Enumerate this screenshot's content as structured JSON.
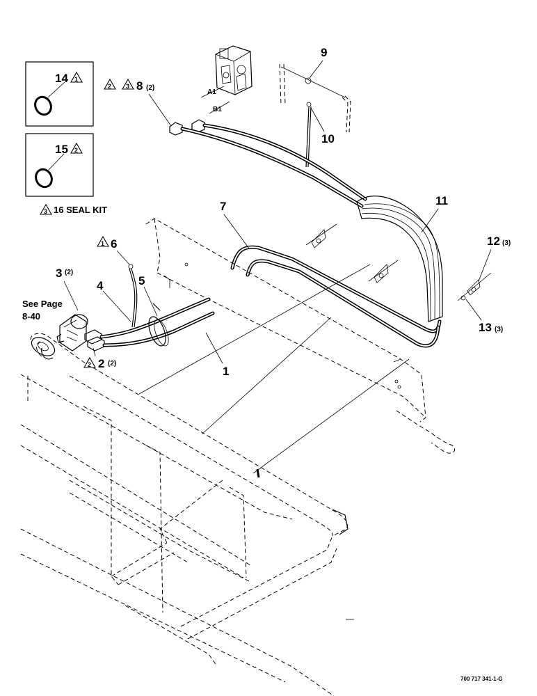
{
  "callouts": {
    "c1": "1",
    "c2": "2",
    "c2_qty": "(2)",
    "c3": "3",
    "c3_qty": "(2)",
    "c4": "4",
    "c5": "5",
    "c6": "6",
    "c7": "7",
    "c8": "8",
    "c8_qty": "(2)",
    "c9": "9",
    "c10": "10",
    "c11": "11",
    "c12": "12",
    "c12_qty": "(3)",
    "c13": "13",
    "c13_qty": "(3)",
    "c14": "14",
    "c15": "15",
    "c16": "16 SEAL KIT"
  },
  "notes": {
    "n1": "1",
    "n2": "2",
    "n3": "3"
  },
  "ports": {
    "a1": "A1",
    "b1": "B1"
  },
  "see_page": {
    "line1": "See Page",
    "line2": "8-40"
  },
  "drawing_number": "700 717 341-1-G"
}
